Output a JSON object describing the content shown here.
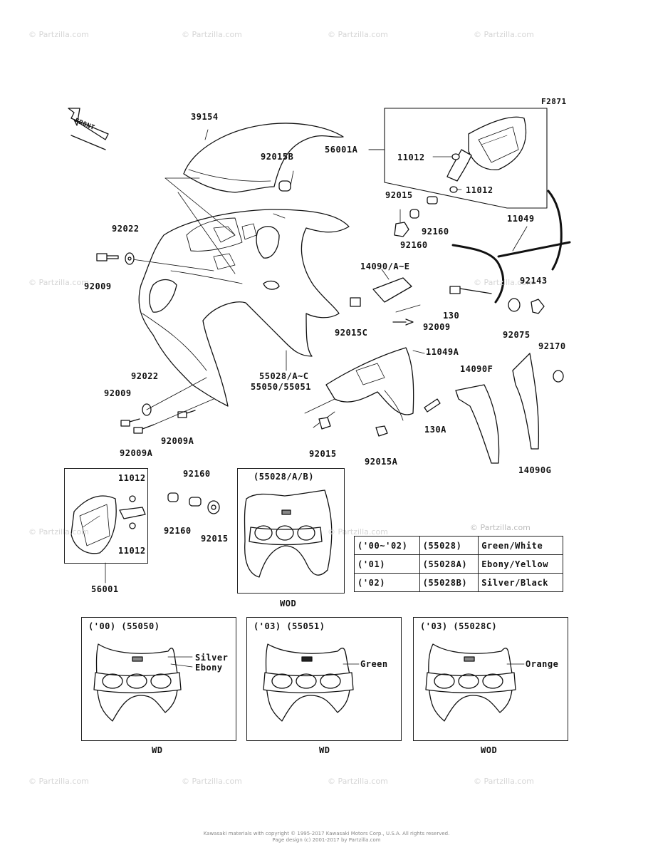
{
  "figure_code": "F2871",
  "front_arrow": "FRONT",
  "watermark": "© Partzilla.com",
  "parts": {
    "p39154": "39154",
    "p92015B": "92015B",
    "p56001A": "56001A",
    "p11012_a": "11012",
    "p11012_b": "11012",
    "p92015_a": "92015",
    "p92160_a": "92160",
    "p92160_b": "92160",
    "p11049": "11049",
    "p92022_a": "92022",
    "p92009_a": "92009",
    "p14090AE": "14090/A~E",
    "p92143": "92143",
    "p130": "130",
    "p92015C": "92015C",
    "p92009_b": "92009",
    "p92075": "92075",
    "p11049A": "11049A",
    "p92170": "92170",
    "p55028AC": "55028/A~C",
    "p55050": "55050/55051",
    "p14090F": "14090F",
    "p92022_b": "92022",
    "p92009_c": "92009",
    "p92009A_a": "92009A",
    "p92009A_b": "92009A",
    "p130A": "130A",
    "p92015_b": "92015",
    "p92015A": "92015A",
    "p14090G": "14090G",
    "p11012_c": "11012",
    "p92160_c": "92160",
    "p92160_d": "92160",
    "p92015_c": "92015",
    "p11012_d": "11012",
    "p56001": "56001"
  },
  "inset_wod": {
    "title": "(55028/A/B)",
    "caption": "WOD"
  },
  "color_table": [
    {
      "year": "('00~'02)",
      "code": "(55028)",
      "color": "Green/White"
    },
    {
      "year": "('01)",
      "code": "(55028A)",
      "color": "Ebony/Yellow"
    },
    {
      "year": "('02)",
      "code": "(55028B)",
      "color": "Silver/Black"
    }
  ],
  "variants": [
    {
      "title": "('00)  (55050)",
      "colors": [
        "Silver",
        "Ebony"
      ],
      "caption": "WD"
    },
    {
      "title": "('03)  (55051)",
      "colors": [
        "Green"
      ],
      "caption": "WD"
    },
    {
      "title": "('03)  (55028C)",
      "colors": [
        "Orange"
      ],
      "caption": "WOD"
    }
  ],
  "footer": [
    "Kawasaki materials with copyright © 1995-2017 Kawasaki Motors Corp., U.S.A. All rights reserved.",
    "Page design (c) 2001-2017 by Partzilla.com"
  ]
}
